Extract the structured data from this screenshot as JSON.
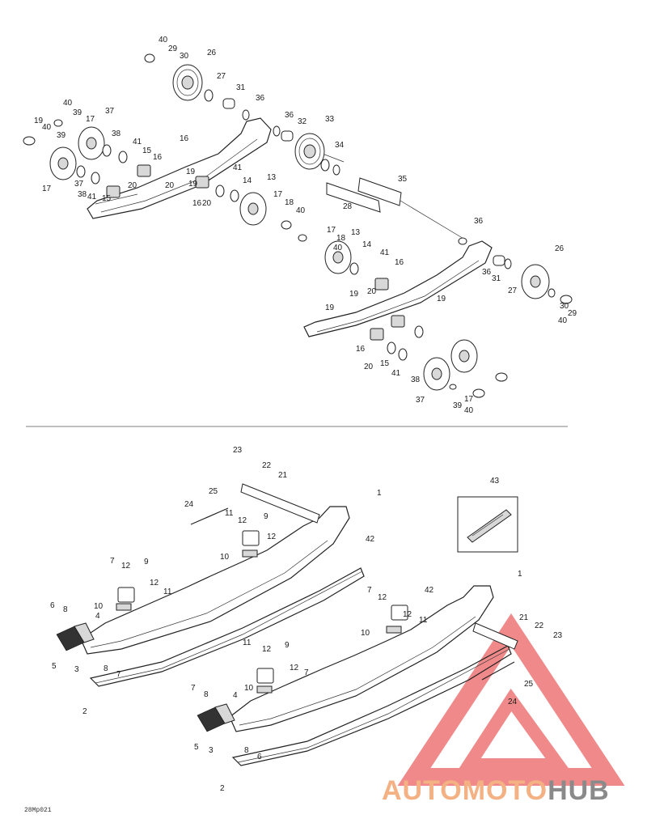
{
  "figure": {
    "reference_code": "28Mp021",
    "watermark": {
      "text_prefix": "AUTOMOTO",
      "text_suffix": "HUB",
      "accent_color": "#f08a8a",
      "text_color_prefix": "#f4b183",
      "text_color_suffix": "#8a8a8a"
    }
  },
  "callouts": [
    "40",
    "29",
    "30",
    "26",
    "27",
    "31",
    "36",
    "36",
    "32",
    "33",
    "40",
    "39",
    "37",
    "17",
    "38",
    "41",
    "15",
    "16",
    "19",
    "40",
    "39",
    "17",
    "37",
    "38",
    "41",
    "15",
    "20",
    "16",
    "20",
    "19",
    "19",
    "16",
    "20",
    "41",
    "14",
    "13",
    "17",
    "18",
    "40",
    "34",
    "35",
    "28",
    "36",
    "26",
    "17",
    "18",
    "40",
    "13",
    "14",
    "41",
    "16",
    "36",
    "31",
    "27",
    "30",
    "29",
    "40",
    "20",
    "19",
    "19",
    "19",
    "16",
    "20",
    "15",
    "41",
    "38",
    "37",
    "17",
    "39",
    "40",
    "23",
    "22",
    "21",
    "1",
    "25",
    "24",
    "11",
    "12",
    "9",
    "12",
    "42",
    "10",
    "7",
    "12",
    "9",
    "12",
    "11",
    "6",
    "8",
    "10",
    "4",
    "5",
    "3",
    "8",
    "7",
    "2",
    "43",
    "7",
    "12",
    "42",
    "1",
    "10",
    "12",
    "11",
    "21",
    "22",
    "23",
    "11",
    "12",
    "9",
    "12",
    "7",
    "10",
    "25",
    "7",
    "8",
    "4",
    "24",
    "5",
    "3",
    "8",
    "6",
    "2"
  ]
}
